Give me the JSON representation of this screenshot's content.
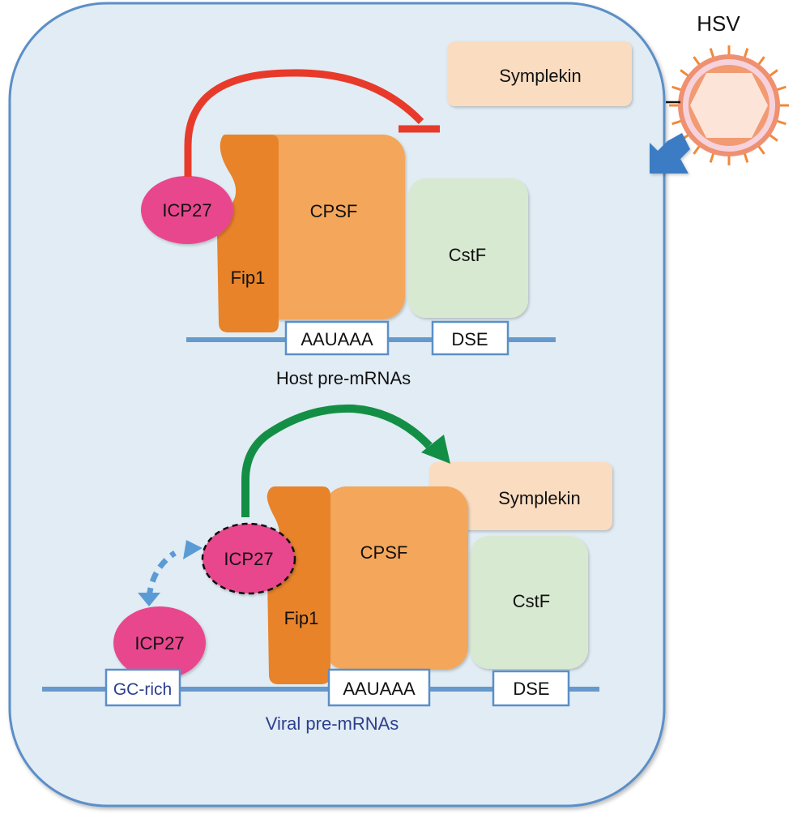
{
  "virus": {
    "label": "HSV"
  },
  "host_panel": {
    "symplekin_label": "Symplekin",
    "icp27_label": "ICP27",
    "fip1_label": "Fip1",
    "cpsf_label": "CPSF",
    "cstf_label": "CstF",
    "pas_label": "AAUAAA",
    "dse_label": "DSE",
    "caption": "Host pre-mRNAs",
    "arrow_effect": "inhibition"
  },
  "viral_panel": {
    "symplekin_label": "Symplekin",
    "icp27_bound_label": "ICP27",
    "icp27_rna_label": "ICP27",
    "fip1_label": "Fip1",
    "cpsf_label": "CPSF",
    "cstf_label": "CstF",
    "gc_label": "GC-rich",
    "pas_label": "AAUAAA",
    "dse_label": "DSE",
    "caption": "Viral pre-mRNAs",
    "arrow_effect": "recruitment"
  },
  "colors": {
    "cell_fill": "#e1ecf4",
    "cell_border": "#5b8fc7",
    "rna_line": "#6699cc",
    "icp27": "#e8468e",
    "fip1": "#e8832a",
    "cpsf": "#f4a65a",
    "cstf": "#d8e9d2",
    "symplekin": "#fadcc0",
    "inhibit_arrow": "#e83a2a",
    "activate_arrow": "#138f45",
    "shuttle_arrow": "#5b9bd5",
    "entry_arrow": "#3a7cc4",
    "viral_caption": "#2e3f8f",
    "virus_envelope": "#f4a07a",
    "virus_capsid": "#fde4d8",
    "virus_spike": "#ef8a3a"
  }
}
